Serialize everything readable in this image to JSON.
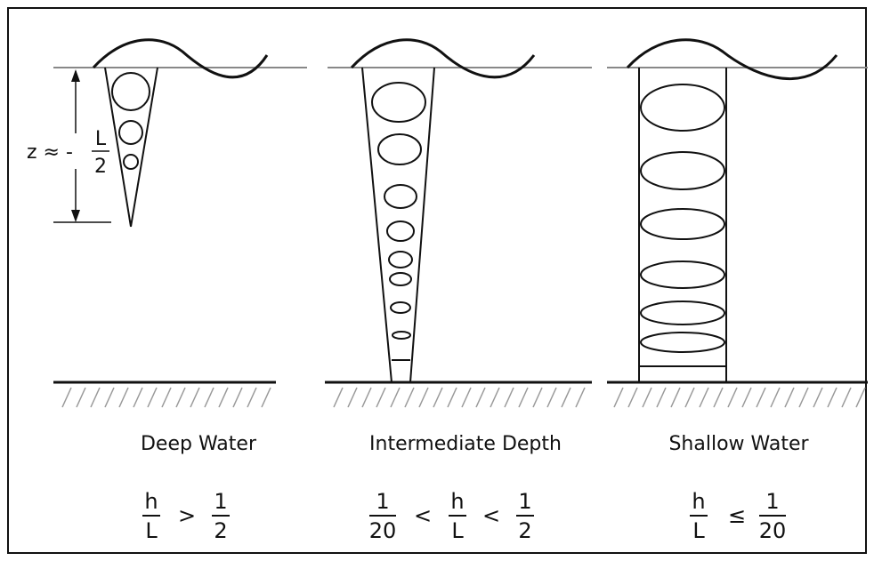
{
  "panels": [
    {
      "title": "Deep Water",
      "condition": {
        "left_num": "h",
        "left_den": "L",
        "op": ">",
        "right_num": "1",
        "right_den": "2"
      }
    },
    {
      "title": "Intermediate Depth",
      "condition": {
        "pre_num": "1",
        "pre_den": "20",
        "op1": "<",
        "mid_num": "h",
        "mid_den": "L",
        "op2": "<",
        "right_num": "1",
        "right_den": "2"
      }
    },
    {
      "title": "Shallow Water",
      "condition": {
        "left_num": "h",
        "left_den": "L",
        "op": "≤",
        "right_num": "1",
        "right_den": "20"
      }
    }
  ],
  "depth_annotation": {
    "symbol": "z ≈ -",
    "num": "L",
    "den": "2"
  },
  "colors": {
    "line": "#111111",
    "waterline": "#888888",
    "background": "#ffffff"
  }
}
